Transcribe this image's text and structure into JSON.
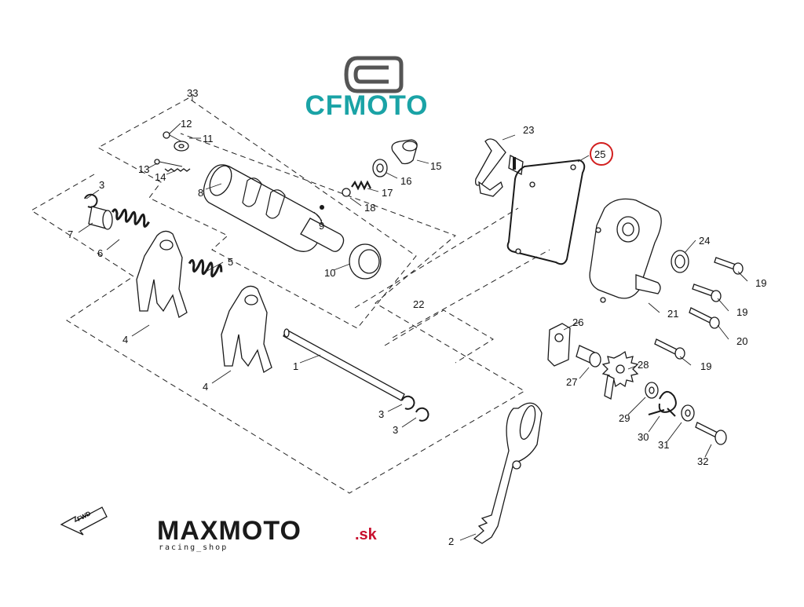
{
  "brand": {
    "name": "CFMOTO",
    "color": "#1aa3a6",
    "logo_color": "#555555"
  },
  "watermark": {
    "text_main": "MAXMOTO",
    "text_suffix": ".sk",
    "tagline": "racing_shop",
    "color_dark": "#1a1a1a",
    "color_red": "#c8102e"
  },
  "fwd_label": "FWD",
  "callouts": [
    {
      "id": "1",
      "label": "1"
    },
    {
      "id": "2",
      "label": "2"
    },
    {
      "id": "3a",
      "label": "3"
    },
    {
      "id": "3b",
      "label": "3"
    },
    {
      "id": "3c",
      "label": "3"
    },
    {
      "id": "4a",
      "label": "4"
    },
    {
      "id": "4b",
      "label": "4"
    },
    {
      "id": "5",
      "label": "5"
    },
    {
      "id": "6",
      "label": "6"
    },
    {
      "id": "7",
      "label": "7"
    },
    {
      "id": "8",
      "label": "8"
    },
    {
      "id": "9",
      "label": "9"
    },
    {
      "id": "10",
      "label": "10"
    },
    {
      "id": "11",
      "label": "11"
    },
    {
      "id": "12",
      "label": "12"
    },
    {
      "id": "13",
      "label": "13"
    },
    {
      "id": "14",
      "label": "14"
    },
    {
      "id": "15",
      "label": "15"
    },
    {
      "id": "16",
      "label": "16"
    },
    {
      "id": "17",
      "label": "17"
    },
    {
      "id": "18",
      "label": "18"
    },
    {
      "id": "19a",
      "label": "19"
    },
    {
      "id": "19b",
      "label": "19"
    },
    {
      "id": "19c",
      "label": "19"
    },
    {
      "id": "20",
      "label": "20"
    },
    {
      "id": "21",
      "label": "21"
    },
    {
      "id": "22",
      "label": "22"
    },
    {
      "id": "23",
      "label": "23"
    },
    {
      "id": "24",
      "label": "24"
    },
    {
      "id": "25",
      "label": "25"
    },
    {
      "id": "26",
      "label": "26"
    },
    {
      "id": "27",
      "label": "27"
    },
    {
      "id": "28",
      "label": "28"
    },
    {
      "id": "29",
      "label": "29"
    },
    {
      "id": "30",
      "label": "30"
    },
    {
      "id": "31",
      "label": "31"
    },
    {
      "id": "32",
      "label": "32"
    },
    {
      "id": "33",
      "label": "33"
    }
  ],
  "highlight": {
    "callout_id": "25",
    "color": "#d21f1f"
  }
}
